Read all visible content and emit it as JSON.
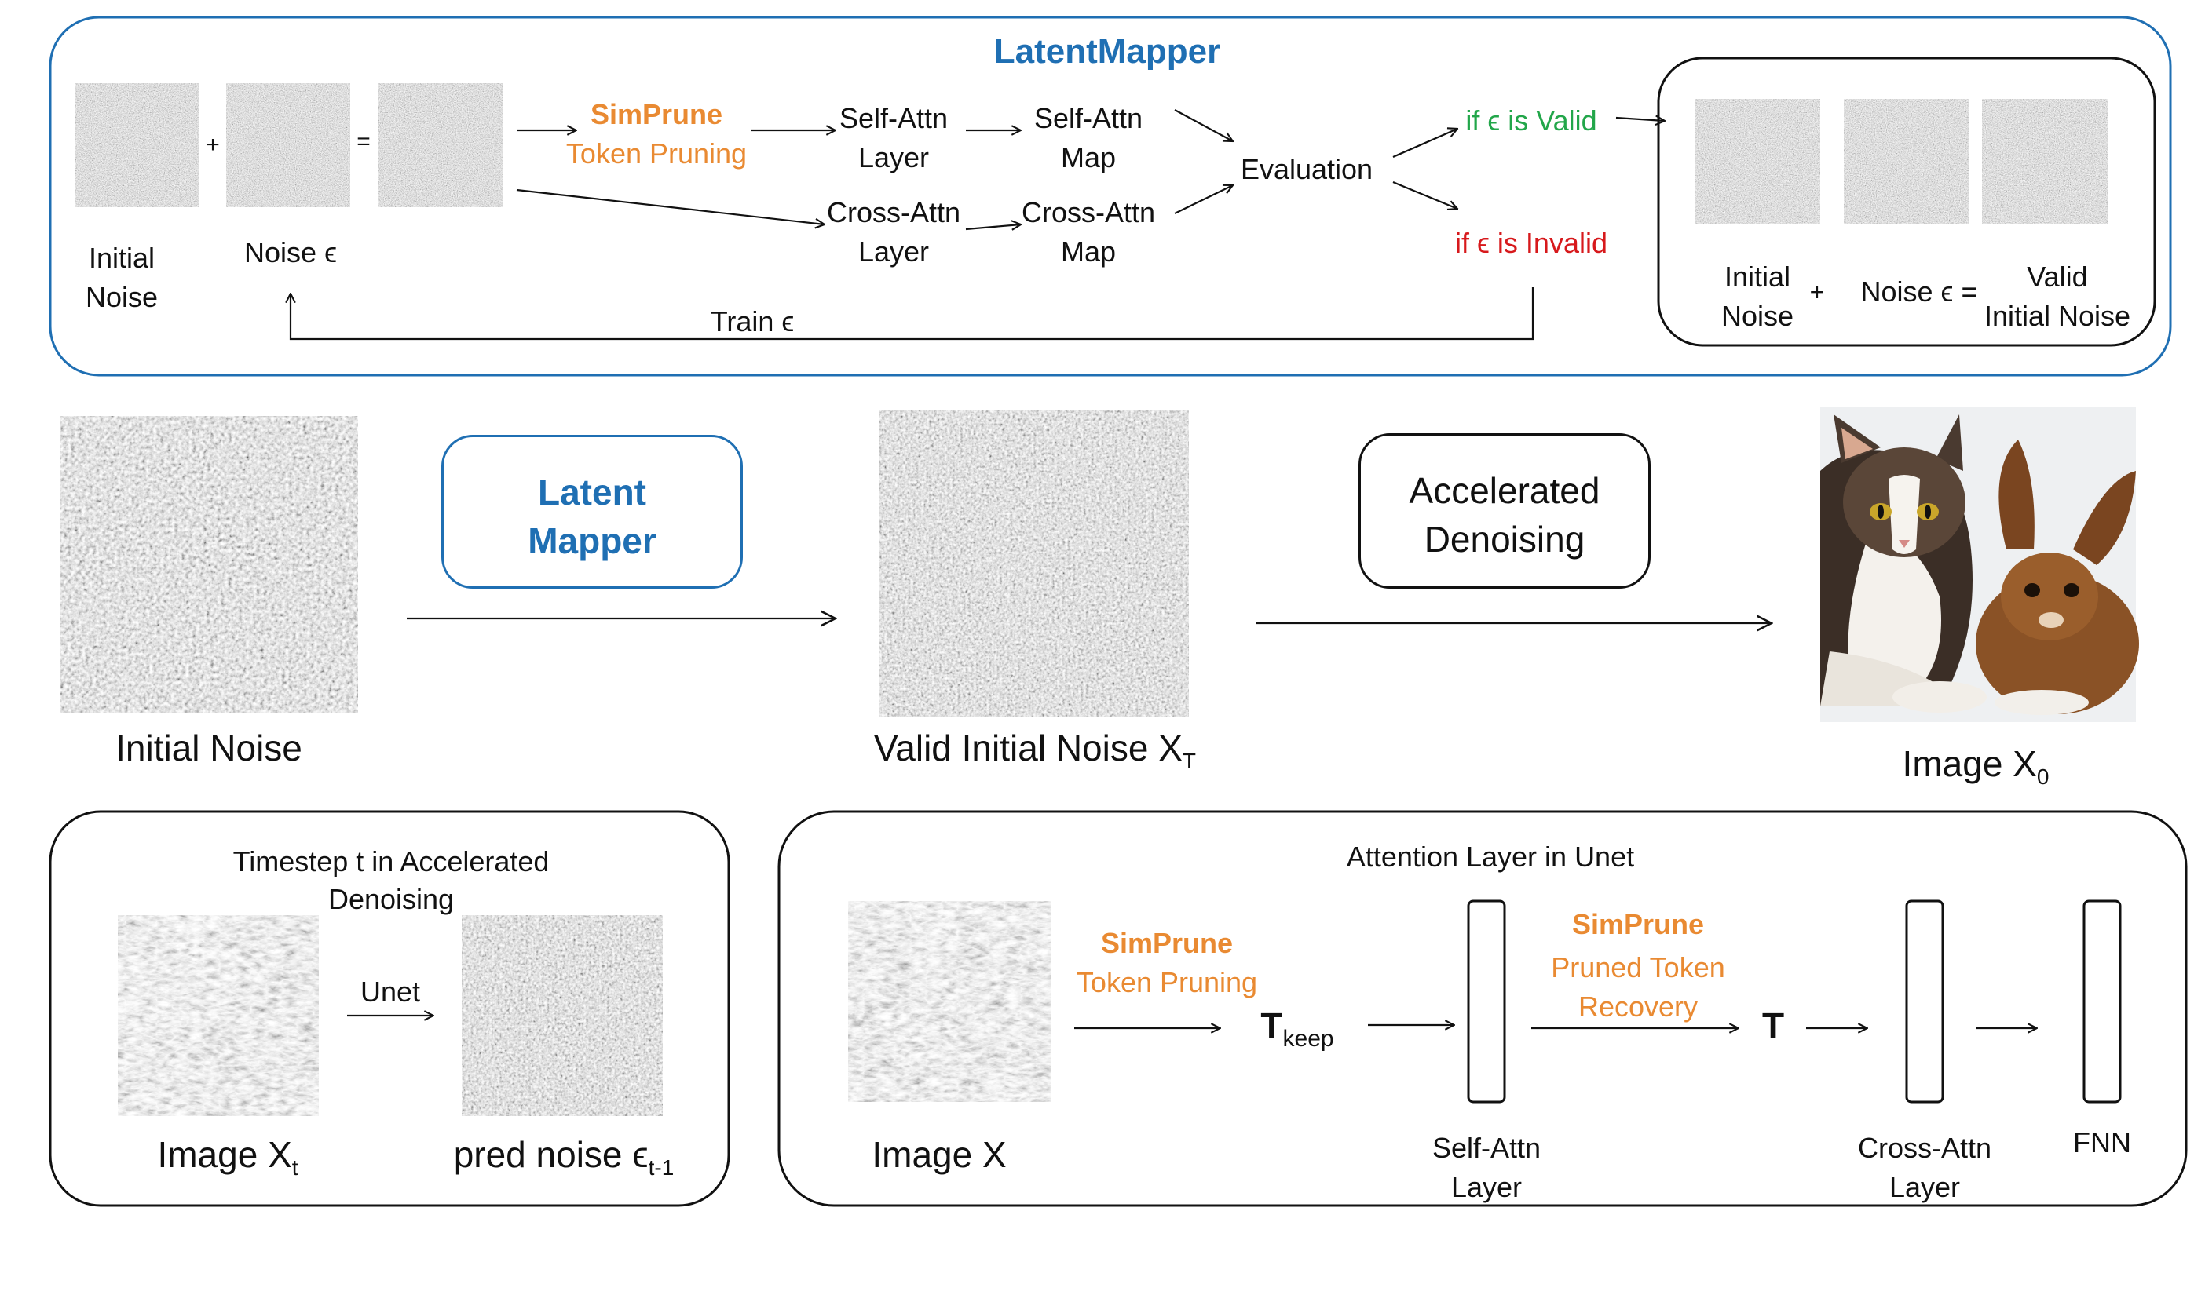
{
  "colors": {
    "blue": "#1f6fb3",
    "orange": "#e98a32",
    "green": "#22a64a",
    "red": "#d7191c",
    "black": "#111111"
  },
  "top_panel": {
    "title": "LatentMapper",
    "plus": "+",
    "equals": "=",
    "initial_noise_label": [
      "Initial",
      "Noise"
    ],
    "noise_label": "Noise ϵ",
    "simprune_title": "SimPrune",
    "simprune_sub": "Token Pruning",
    "self_attn_layer": [
      "Self-Attn",
      "Layer"
    ],
    "self_attn_map": [
      "Self-Attn",
      "Map"
    ],
    "cross_attn_layer": [
      "Cross-Attn",
      "Layer"
    ],
    "cross_attn_map": [
      "Cross-Attn",
      "Map"
    ],
    "evaluation": "Evaluation",
    "valid": "if ϵ is Valid",
    "invalid": "if ϵ is Invalid",
    "train": "Train ϵ",
    "result": {
      "initial_noise": [
        "Initial",
        "Noise"
      ],
      "plus": "+",
      "noise": "Noise ϵ =",
      "valid_noise": [
        "Valid",
        "Initial Noise"
      ]
    }
  },
  "middle": {
    "initial_noise": "Initial Noise",
    "latent_mapper": [
      "Latent",
      "Mapper"
    ],
    "valid_noise": "Valid Initial Noise X",
    "valid_noise_sub": "T",
    "accelerated": [
      "Accelerated",
      "Denoising"
    ],
    "image": "Image X",
    "image_sub": "0",
    "image_icon": "cat-and-rabbit-photo"
  },
  "bottom_left": {
    "title": [
      "Timestep t in Accelerated",
      "Denoising"
    ],
    "unet": "Unet",
    "image": "Image X",
    "image_sub": "t",
    "pred": "pred noise ϵ",
    "pred_sub": "t-1"
  },
  "bottom_right": {
    "title": "Attention Layer in Unet",
    "simprune1_title": "SimPrune",
    "simprune1_sub": "Token Pruning",
    "t_keep": "T",
    "t_keep_sub": "keep",
    "simprune2_title": "SimPrune",
    "simprune2_sub": [
      "Pruned Token",
      "Recovery"
    ],
    "t": "T",
    "self_attn": [
      "Self-Attn",
      "Layer"
    ],
    "cross_attn": [
      "Cross-Attn",
      "Layer"
    ],
    "fnn": "FNN",
    "image": "Image X"
  }
}
